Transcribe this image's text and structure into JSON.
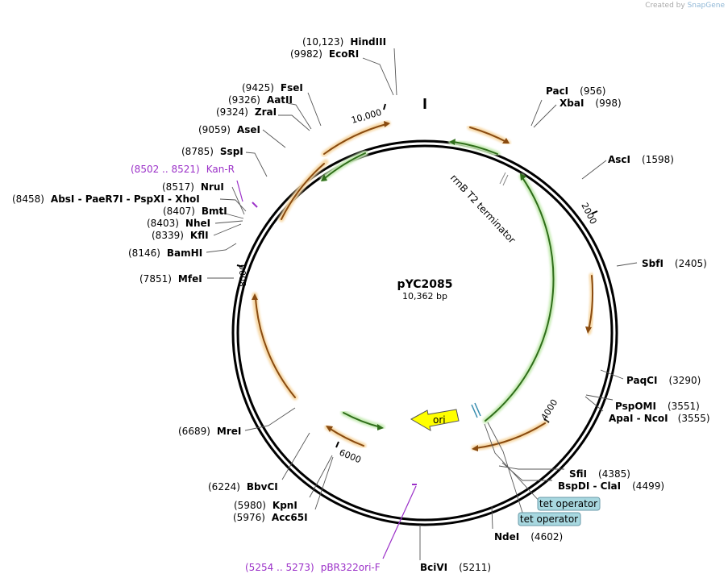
{
  "credit": {
    "prefix": "Created by",
    "brand": "SnapGene"
  },
  "plasmid": {
    "name": "pYC2085",
    "length": "10,362 bp"
  },
  "tick_labels": [
    {
      "text": "10,000"
    },
    {
      "text": "2000"
    },
    {
      "text": "4000"
    },
    {
      "text": "6000"
    },
    {
      "text": "8000"
    }
  ],
  "sites": [
    {
      "pos": "(10,123)",
      "name": "HindIII"
    },
    {
      "pos": "(9982)",
      "name": "EcoRI"
    },
    {
      "pos": "(9425)",
      "name": "FseI"
    },
    {
      "pos": "(9326)",
      "name": "AatII"
    },
    {
      "pos": "(9324)",
      "name": "ZraI"
    },
    {
      "pos": "(9059)",
      "name": "AseI"
    },
    {
      "pos": "(8785)",
      "name": "SspI"
    },
    {
      "pos": "(8517)",
      "name": "NruI"
    },
    {
      "pos": "(8458)",
      "name": "AbsI - PaeR7I - PspXI - XhoI"
    },
    {
      "pos": "(8407)",
      "name": "BmtI"
    },
    {
      "pos": "(8403)",
      "name": "NheI"
    },
    {
      "pos": "(8339)",
      "name": "KflI"
    },
    {
      "pos": "(8146)",
      "name": "BamHI"
    },
    {
      "pos": "(7851)",
      "name": "MfeI"
    },
    {
      "pos": "(6689)",
      "name": "MreI"
    },
    {
      "pos": "(6224)",
      "name": "BbvCI"
    },
    {
      "pos": "(5980)",
      "name": "KpnI"
    },
    {
      "pos": "(5976)",
      "name": "Acc65I"
    },
    {
      "pos": "(5211)",
      "name": "BciVI"
    },
    {
      "pos": "(4602)",
      "name": "NdeI"
    },
    {
      "pos": "(4385)",
      "name": "SfiI"
    },
    {
      "pos": "(4499)",
      "name": "BspDI - ClaI"
    },
    {
      "pos": "(3551)",
      "name": "PspOMI"
    },
    {
      "pos": "(3555)",
      "name": "ApaI - NcoI"
    },
    {
      "pos": "(3290)",
      "name": "PaqCI"
    },
    {
      "pos": "(2405)",
      "name": "SbfI"
    },
    {
      "pos": "(1598)",
      "name": "AscI"
    },
    {
      "pos": "(956)",
      "name": "PacI"
    },
    {
      "pos": "(998)",
      "name": "XbaI"
    }
  ],
  "primers": [
    {
      "range": "(8502 .. 8521)",
      "name": "Kan-R"
    },
    {
      "range": "(5254 .. 5273)",
      "name": "pBR322ori-F"
    }
  ],
  "features": {
    "terminator": "rrnB T2 terminator",
    "ori": "ori",
    "operator1": "tet operator",
    "operator2": "tet operator"
  },
  "colors": {
    "orange_feature": "#e8a34a",
    "green_feature": "#4caf2e",
    "ori": "#ffff00",
    "primer": "#9b30c8",
    "operator_fill": "#a8d8e0"
  }
}
